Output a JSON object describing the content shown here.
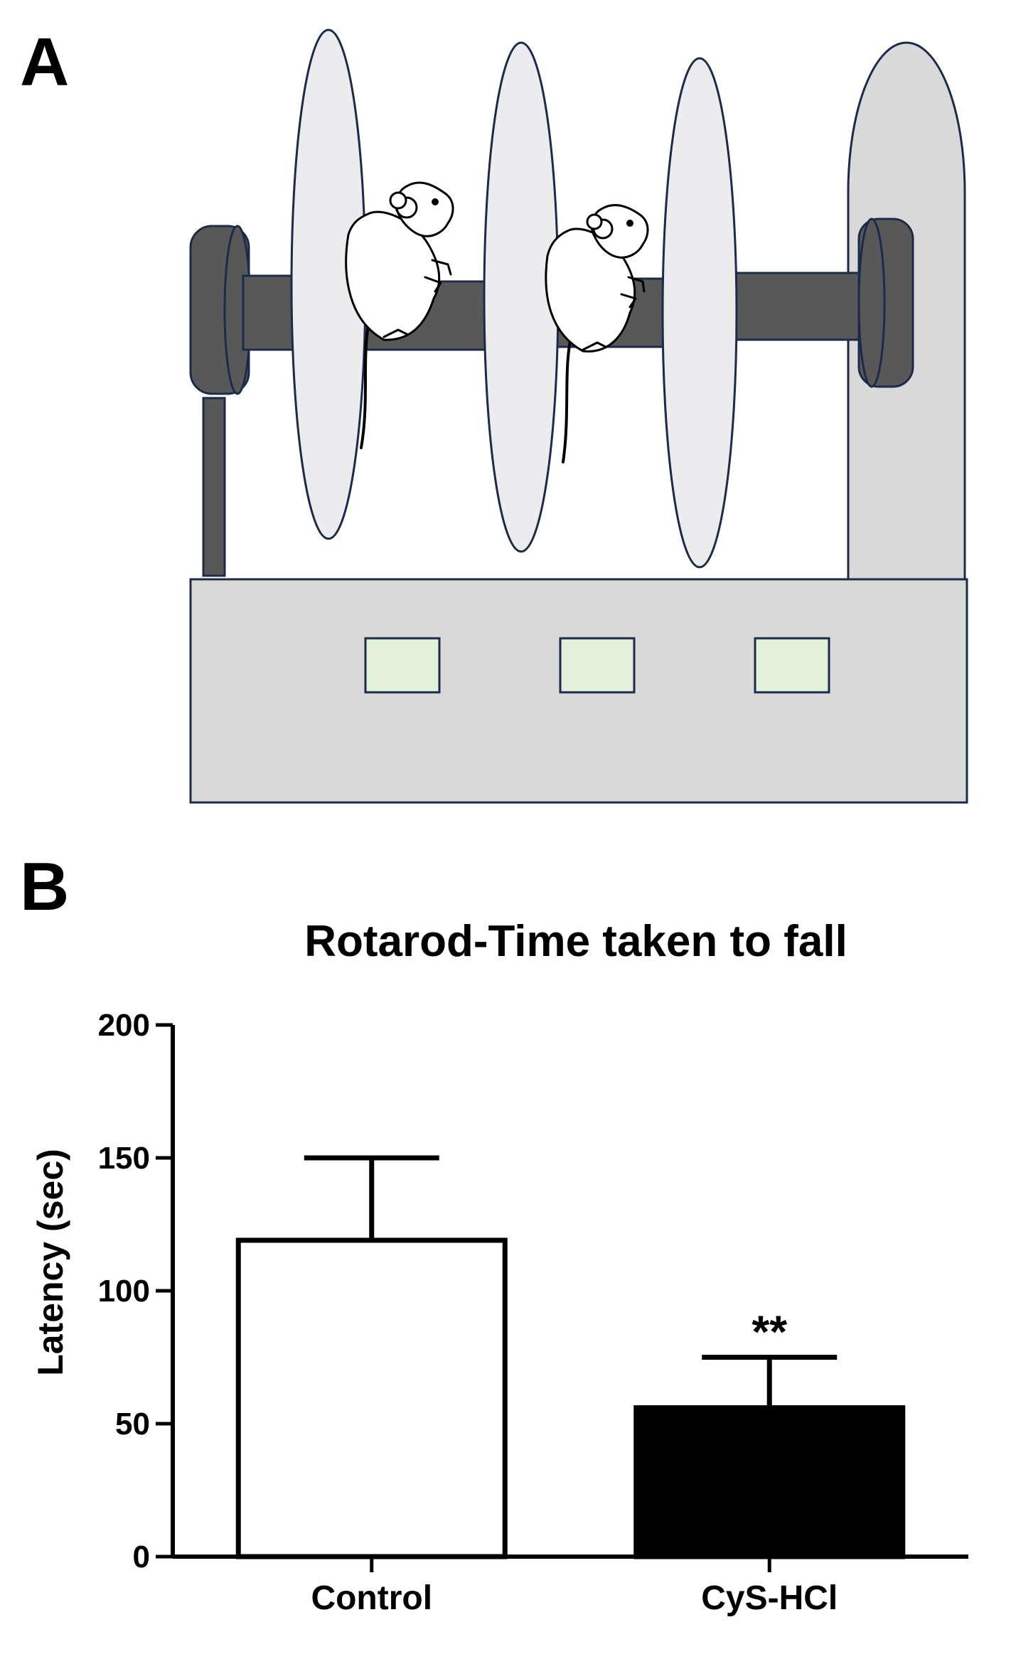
{
  "panels": {
    "a_label": "A",
    "b_label": "B"
  },
  "illustration": {
    "subject": "rotarod-apparatus-with-two-rats",
    "colors": {
      "outline": "#1c2b4a",
      "rod": "#585858",
      "disk": "#ececee",
      "base": "#d9d9d9",
      "display": "#e2efd9"
    }
  },
  "chart_data": {
    "type": "bar",
    "title": "Rotarod-Time taken to fall",
    "xlabel": "",
    "ylabel": "Latency (sec)",
    "categories": [
      "Control",
      "CyS-HCl"
    ],
    "values": [
      119,
      56
    ],
    "errors": [
      31,
      19
    ],
    "fills": [
      "#ffffff",
      "#000000"
    ],
    "significance": [
      "",
      "**"
    ],
    "ylim": [
      0,
      200
    ],
    "yticks": [
      0,
      50,
      100,
      150,
      200
    ],
    "grid": false,
    "legend": "none"
  }
}
